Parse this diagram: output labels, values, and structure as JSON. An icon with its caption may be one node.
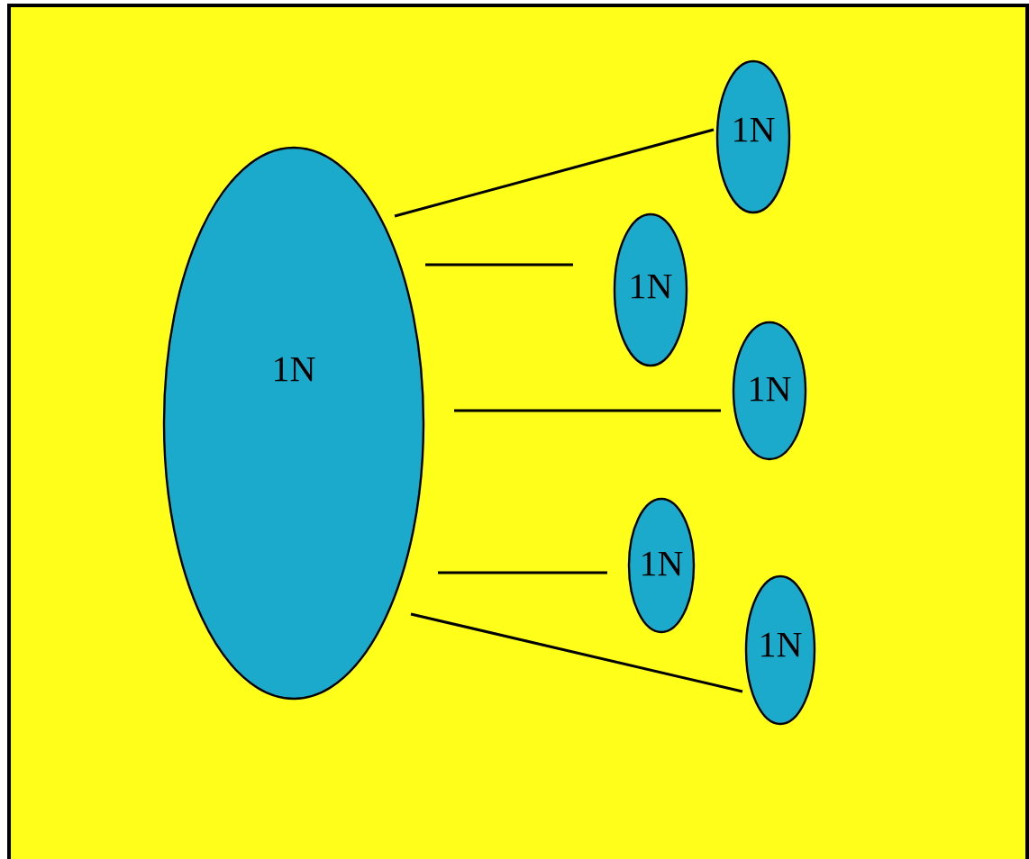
{
  "diagram": {
    "nodes": [
      {
        "text": [
          "1N"
        ]
      },
      {
        "text": [
          "1N"
        ]
      },
      {
        "text": [
          "1N"
        ]
      },
      {
        "text": [
          "1N"
        ]
      },
      {
        "text": [
          "1N"
        ]
      },
      {
        "text": [
          "1N"
        ]
      }
    ],
    "edges": [
      {
        "from": 0,
        "to": 1,
        "arrow": "none"
      },
      {
        "from": 0,
        "to": 2,
        "arrow": "none"
      },
      {
        "from": 0,
        "to": 3,
        "arrow": "none"
      },
      {
        "from": 0,
        "to": 4,
        "arrow": "none"
      },
      {
        "from": 0,
        "to": 5,
        "arrow": "none"
      }
    ]
  }
}
